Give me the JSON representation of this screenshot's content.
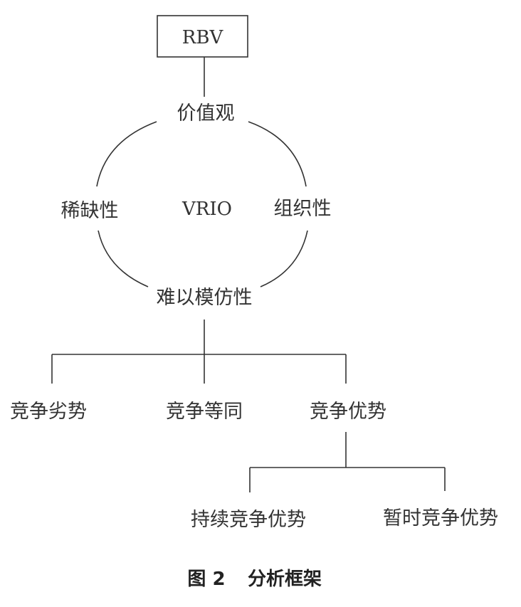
{
  "nodes": {
    "root": "RBV",
    "value": "价值观",
    "rarity": "稀缺性",
    "vrio": "VRIO",
    "organization": "组织性",
    "inimitability": "难以模仿性",
    "disadvantage": "竞争劣势",
    "parity": "竞争等同",
    "advantage": "竞争优势",
    "sustained": "持续竞争优势",
    "temporary": "暂时竞争优势"
  },
  "caption": {
    "label": "图 2",
    "title": "分析框架"
  }
}
